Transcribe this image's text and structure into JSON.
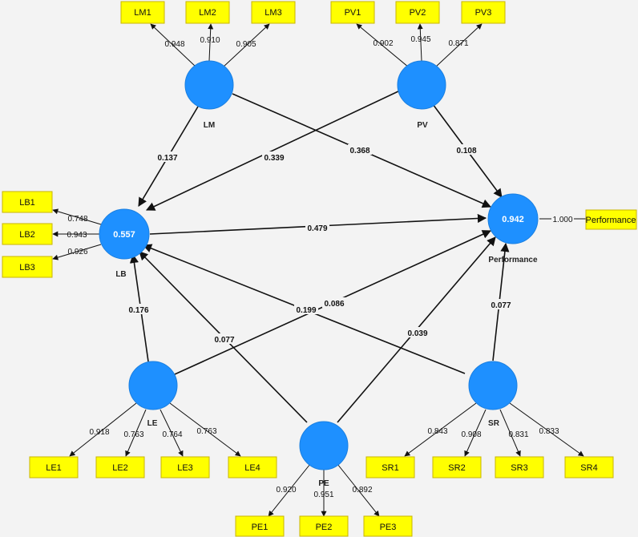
{
  "constructs": {
    "LM": {
      "name": "LM",
      "r2": ""
    },
    "PV": {
      "name": "PV",
      "r2": ""
    },
    "LB": {
      "name": "LB",
      "r2": "0.557"
    },
    "Performance": {
      "name": "Performance",
      "r2": "0.942"
    },
    "LE": {
      "name": "LE",
      "r2": ""
    },
    "PE": {
      "name": "PE",
      "r2": ""
    },
    "SR": {
      "name": "SR",
      "r2": ""
    }
  },
  "indicators": {
    "LM1": "LM1",
    "LM2": "LM2",
    "LM3": "LM3",
    "PV1": "PV1",
    "PV2": "PV2",
    "PV3": "PV3",
    "LB1": "LB1",
    "LB2": "LB2",
    "LB3": "LB3",
    "Performance": "Performance",
    "LE1": "LE1",
    "LE2": "LE2",
    "LE3": "LE3",
    "LE4": "LE4",
    "PE1": "PE1",
    "PE2": "PE2",
    "PE3": "PE3",
    "SR1": "SR1",
    "SR2": "SR2",
    "SR3": "SR3",
    "SR4": "SR4"
  },
  "loadings": {
    "LM1": "0.948",
    "LM2": "0.910",
    "LM3": "0.905",
    "PV1": "0.902",
    "PV2": "0.945",
    "PV3": "0.871",
    "LB1": "0.748",
    "LB2": "0.943",
    "LB3": "0.926",
    "Performance": "1.000",
    "LE1": "0.918",
    "LE2": "0.763",
    "LE3": "0.764",
    "LE4": "0.763",
    "PE1": "0.920",
    "PE2": "0.951",
    "PE3": "0.892",
    "SR1": "0.843",
    "SR2": "0.908",
    "SR3": "0.831",
    "SR4": "0.833"
  },
  "paths": {
    "LM_LB": "0.137",
    "LM_Performance": "0.368",
    "PV_LB": "0.339",
    "PV_Performance": "0.108",
    "LB_Performance": "0.479",
    "LE_LB": "0.176",
    "LE_Performance": "0.086",
    "SR_LB": "0.199",
    "SR_Performance": "0.077",
    "PE_LB": "0.077",
    "PE_Performance": "0.039"
  },
  "colors": {
    "construct_fill": "#1e90ff",
    "indicator_fill": "#ffff00",
    "background": "#f3f3f3"
  }
}
